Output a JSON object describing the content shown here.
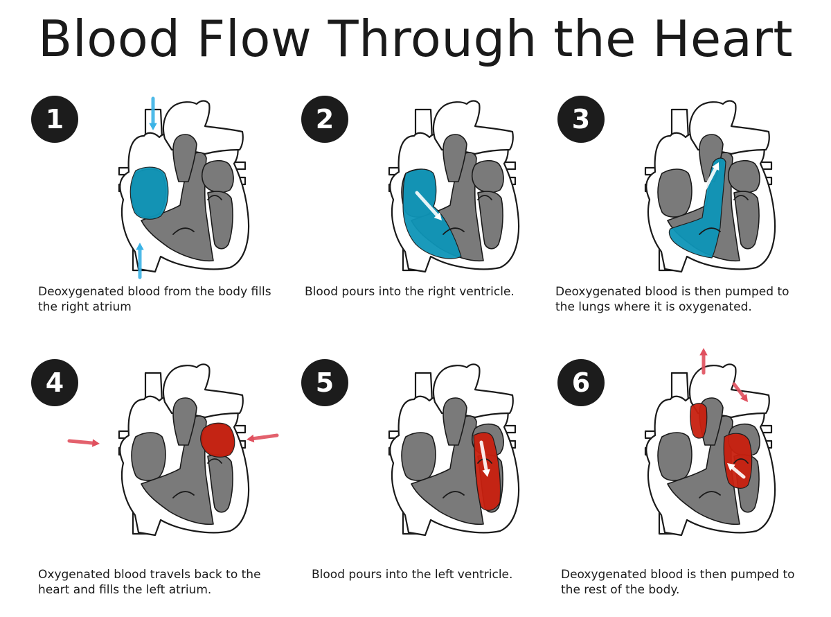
{
  "title": "Blood Flow Through the Heart",
  "colors": {
    "deoxygenated": "#0e95b8",
    "oxygenated": "#c8200f",
    "chamber": "#7a7a7a",
    "blue_arrow": "#3bb3e6",
    "red_arrow": "#e0505e"
  },
  "steps": [
    {
      "number": "1",
      "caption_line1": "Deoxygenated blood from the body fills",
      "caption_line2": "the right atrium",
      "highlight": "right-atrium",
      "blood": "deoxygenated",
      "arrows": "vena-cava-in"
    },
    {
      "number": "2",
      "caption_line1": "Blood pours into the right ventricle.",
      "caption_line2": "",
      "highlight": "right-ventricle",
      "blood": "deoxygenated",
      "arrows": "internal-down"
    },
    {
      "number": "3",
      "caption_line1": "Deoxygenated blood is then pumped to",
      "caption_line2": "the lungs where it is oxygenated.",
      "highlight": "pulmonary-path",
      "blood": "deoxygenated",
      "arrows": "internal-up"
    },
    {
      "number": "4",
      "caption_line1": "Oxygenated blood travels back to the",
      "caption_line2": "heart and fills the left atrium.",
      "highlight": "left-atrium",
      "blood": "oxygenated",
      "arrows": "pulmonary-veins-in"
    },
    {
      "number": "5",
      "caption_line1": "Blood pours into the left ventricle.",
      "caption_line2": "",
      "highlight": "left-ventricle",
      "blood": "oxygenated",
      "arrows": "internal-down"
    },
    {
      "number": "6",
      "caption_line1": "Deoxygenated blood is then pumped to",
      "caption_line2": "the rest of the body.",
      "highlight": "aorta-path",
      "blood": "oxygenated",
      "arrows": "aorta-out"
    }
  ]
}
